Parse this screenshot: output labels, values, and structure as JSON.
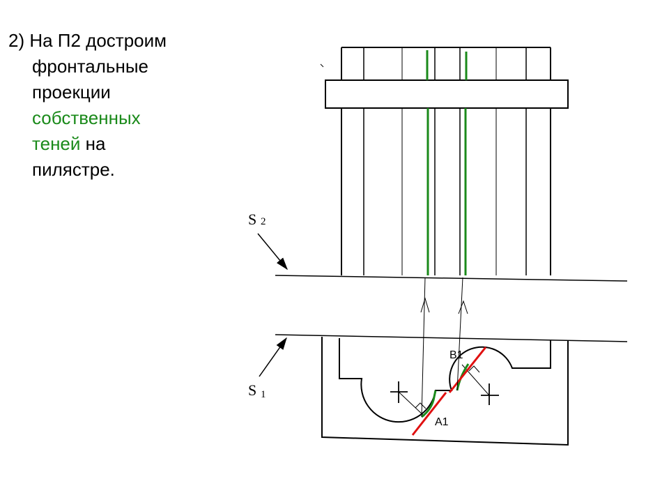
{
  "slide": {
    "step": "2) На П2  достроим",
    "line2": "фронтальные",
    "line3": "проекции",
    "highlight": "собственных",
    "line5_green": "теней",
    "line5_rest": " на",
    "line6": "пилястре."
  },
  "colors": {
    "text": "#000000",
    "highlight": "#1a8a1a",
    "shadow_line": "#1a8a1a",
    "tangent": "#e01010",
    "drawing": "#000000"
  },
  "labels": {
    "s2": "S",
    "s2_sub": "2",
    "s1": "S",
    "s1_sub": "1",
    "a1": "A1",
    "b1": "B1"
  }
}
